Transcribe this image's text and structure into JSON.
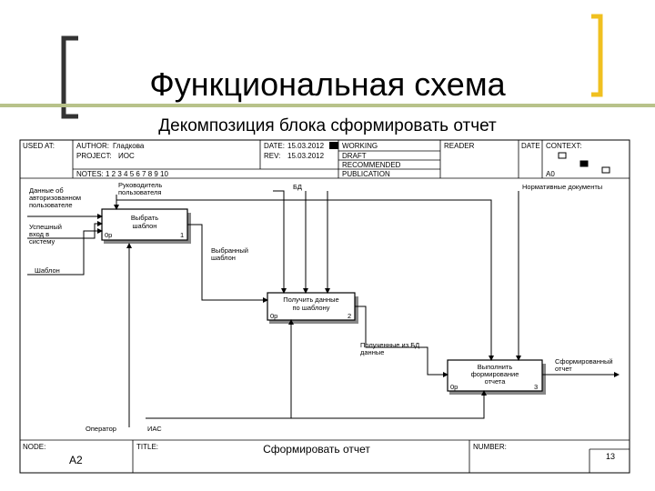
{
  "slide": {
    "title": "Функциональная схема",
    "subtitle": "Декомпозиция блока сформировать отчет",
    "accent_color": "#f0c020",
    "underline_color": "#b8c28a"
  },
  "header": {
    "used_at": "USED AT:",
    "author_label": "AUTHOR:",
    "author_value": "Гладкова",
    "project_label": "PROJECT:",
    "project_value": "ИОС",
    "date_label": "DATE:",
    "date_value": "15.03.2012",
    "rev_label": "REV:",
    "rev_value": "15.03.2012",
    "notes": "NOTES: 1 2 3 4 5 6 7 8 9 10",
    "status_working": "WORKING",
    "status_draft": "DRAFT",
    "status_recommended": "RECOMMENDED",
    "status_publication": "PUBLICATION",
    "reader": "READER",
    "date2": "DATE",
    "context": "CONTEXT:",
    "context_node": "A0"
  },
  "boxes": [
    {
      "label_1": "Выбрать",
      "label_2": "шаблон",
      "num": "0р",
      "idx": "1"
    },
    {
      "label_1": "Получить данные",
      "label_2": "по шаблону",
      "num": "0р",
      "idx": "2"
    },
    {
      "label_1": "Выполнить",
      "label_2": "формирование",
      "label_3": "отчета",
      "num": "0р",
      "idx": "3"
    }
  ],
  "arrows": {
    "data_user_1": "Данные об",
    "data_user_2": "авторизованном",
    "data_user_3": "пользователе",
    "login_1": "Успешный",
    "login_2": "вход в",
    "login_3": "систему",
    "template": "Шаблон",
    "manager_1": "Руководитель",
    "manager_2": "пользователя",
    "db": "БД",
    "norms": "Нормативные документы",
    "chosen_1": "Выбранный",
    "chosen_2": "шаблон",
    "received_1": "Полученные из БД",
    "received_2": "данные",
    "report_1": "Сформированный",
    "report_2": "отчет",
    "operator": "Оператор",
    "ias": "ИАС"
  },
  "footer": {
    "node_label": "NODE:",
    "node_value": "A2",
    "title_label": "TITLE:",
    "title_value": "Сформировать отчет",
    "number_label": "NUMBER:",
    "page": "13"
  }
}
